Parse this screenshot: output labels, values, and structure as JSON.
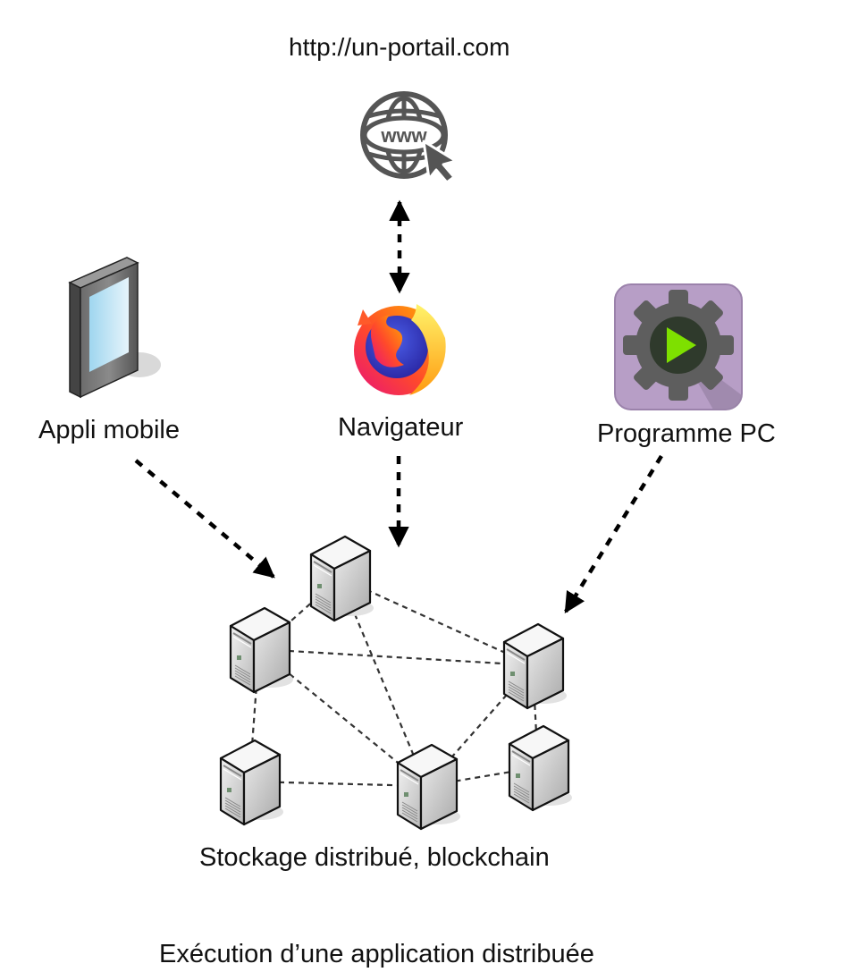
{
  "diagram": {
    "caption": "Exécution d’une application distribuée",
    "portal": {
      "label": "http://un-portail.com",
      "icon": "www-globe-cursor-icon",
      "icon_text": "www"
    },
    "clients": [
      {
        "id": "mobile",
        "label": "Appli mobile",
        "icon": "mobile-tablet-icon"
      },
      {
        "id": "browser",
        "label": "Navigateur",
        "icon": "firefox-browser-icon"
      },
      {
        "id": "pc",
        "label": "Programme PC",
        "icon": "gear-play-app-icon"
      }
    ],
    "network": {
      "label": "Stockage distribué, blockchain",
      "nodes": [
        {
          "id": "s1",
          "icon": "server-icon"
        },
        {
          "id": "s2",
          "icon": "server-icon"
        },
        {
          "id": "s3",
          "icon": "server-icon"
        },
        {
          "id": "s4",
          "icon": "server-icon"
        },
        {
          "id": "s5",
          "icon": "server-icon"
        },
        {
          "id": "s6",
          "icon": "server-icon"
        }
      ],
      "links": [
        [
          "s1",
          "s2"
        ],
        [
          "s1",
          "s3"
        ],
        [
          "s1",
          "s5"
        ],
        [
          "s2",
          "s3"
        ],
        [
          "s2",
          "s5"
        ],
        [
          "s2",
          "s4"
        ],
        [
          "s4",
          "s5"
        ],
        [
          "s3",
          "s5"
        ],
        [
          "s3",
          "s6"
        ],
        [
          "s5",
          "s6"
        ]
      ]
    },
    "edges": [
      {
        "from": "portal",
        "to": "browser",
        "style": "dashed",
        "direction": "both"
      },
      {
        "from": "mobile",
        "to": "s1",
        "style": "dashed",
        "direction": "forward"
      },
      {
        "from": "browser",
        "to": "s1",
        "style": "dashed",
        "direction": "forward"
      },
      {
        "from": "pc",
        "to": "s3",
        "style": "dashed",
        "direction": "forward"
      }
    ],
    "colors": {
      "text": "#111111",
      "arrow": "#000000",
      "link": "#333333",
      "globe": "#555555",
      "app_bg": "#b79ec6",
      "gear": "#5e5e5e",
      "play": "#7ee000",
      "screen": "#a6dcf2"
    }
  }
}
